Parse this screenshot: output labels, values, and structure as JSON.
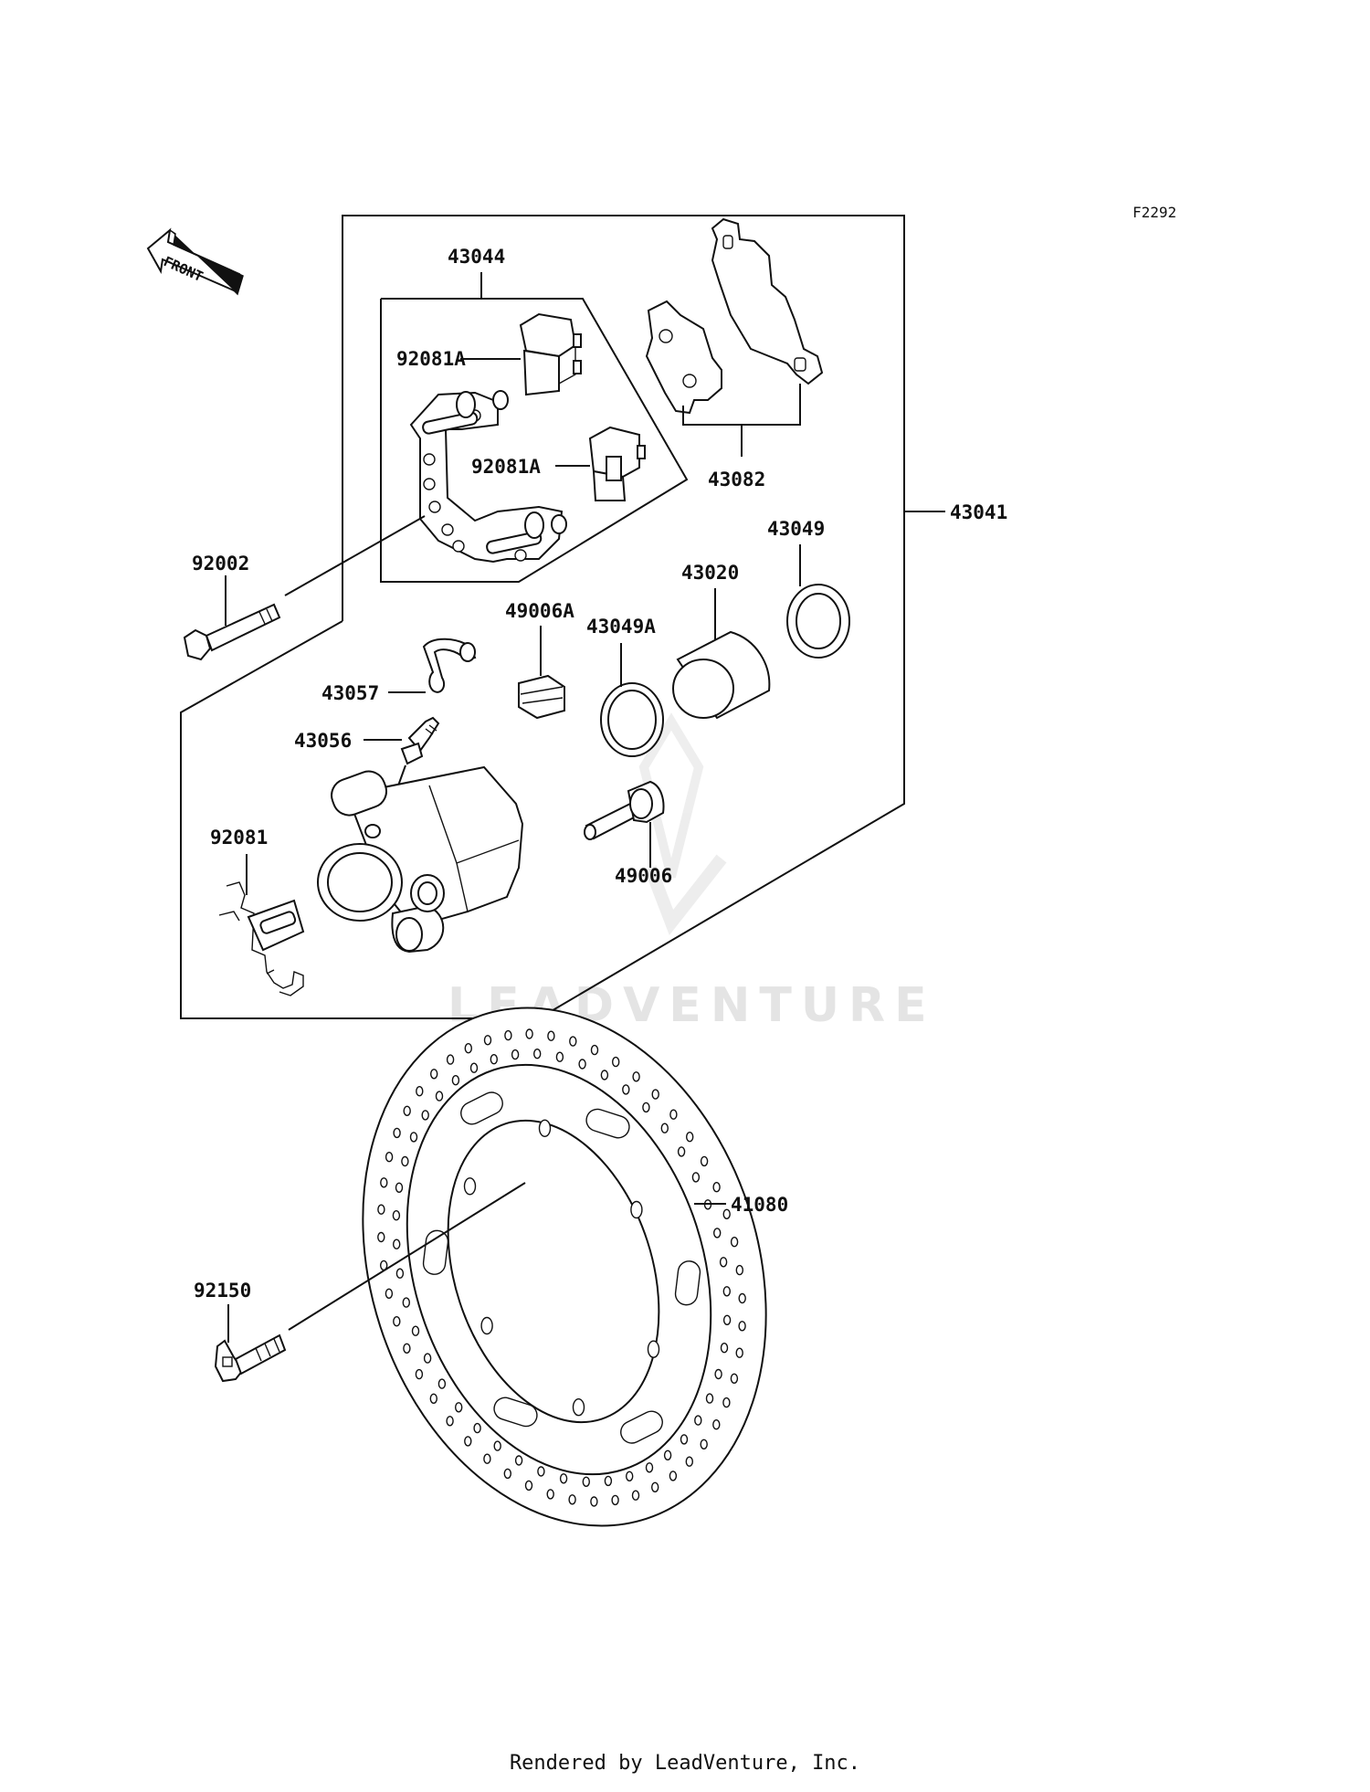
{
  "figure_code": "F2292",
  "direction_label": "FRONT",
  "watermark": "LEADVENTURE",
  "footer": "Rendered by LeadVenture, Inc.",
  "callouts": {
    "caliper_assy": "43041",
    "bracket_assy": "43044",
    "pad_bush_upper": "92081A",
    "pad_bush_lower": "92081A",
    "pad_set": "43082",
    "seal_outer": "43049",
    "piston": "43020",
    "seal_inner": "43049A",
    "bleeder_cap": "49006A",
    "caliper_bolt": "92002",
    "pin_cap": "43057",
    "bleeder_valve": "43056",
    "pad_spring": "92081",
    "slide_pin": "49006",
    "disc": "41080",
    "disc_bolt": "92150"
  }
}
